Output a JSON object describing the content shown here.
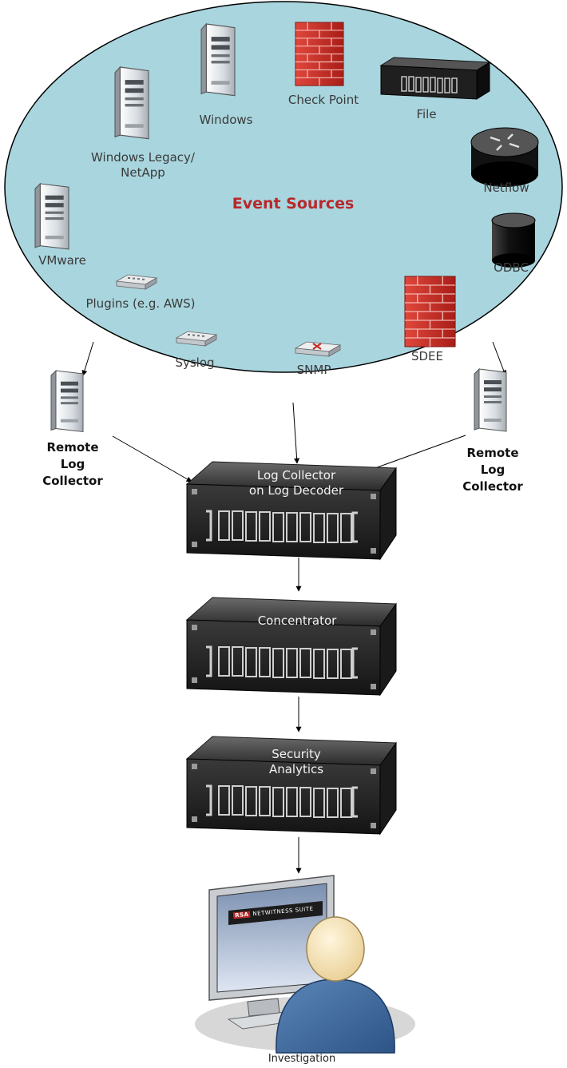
{
  "event_sources_title": "Event Sources",
  "sources": {
    "windows": "Windows",
    "check_point": "Check Point",
    "file": "File",
    "windows_legacy_line1": "Windows Legacy/",
    "windows_legacy_line2": "NetApp",
    "netflow": "Netflow",
    "vmware": "VMware",
    "odbc": "ODBC",
    "plugins": "Plugins (e.g. AWS)",
    "syslog": "Syslog",
    "snmp": "SNMP",
    "sdee": "SDEE"
  },
  "remote_collector_left": [
    "Remote",
    "Log",
    "Collector"
  ],
  "remote_collector_right": [
    "Remote",
    "Log",
    "Collector"
  ],
  "log_collector": [
    "Log Collector",
    "on Log Decoder"
  ],
  "concentrator": "Concentrator",
  "security_analytics": [
    "Security",
    "Analytics"
  ],
  "screen_brand": {
    "rsa": "RSA",
    "product": "NETWITNESS SUITE"
  },
  "investigation": "Investigation",
  "colors": {
    "ellipse_fill": "#a9d5de",
    "title": "#b8282a",
    "firewall": "#c42a22"
  }
}
